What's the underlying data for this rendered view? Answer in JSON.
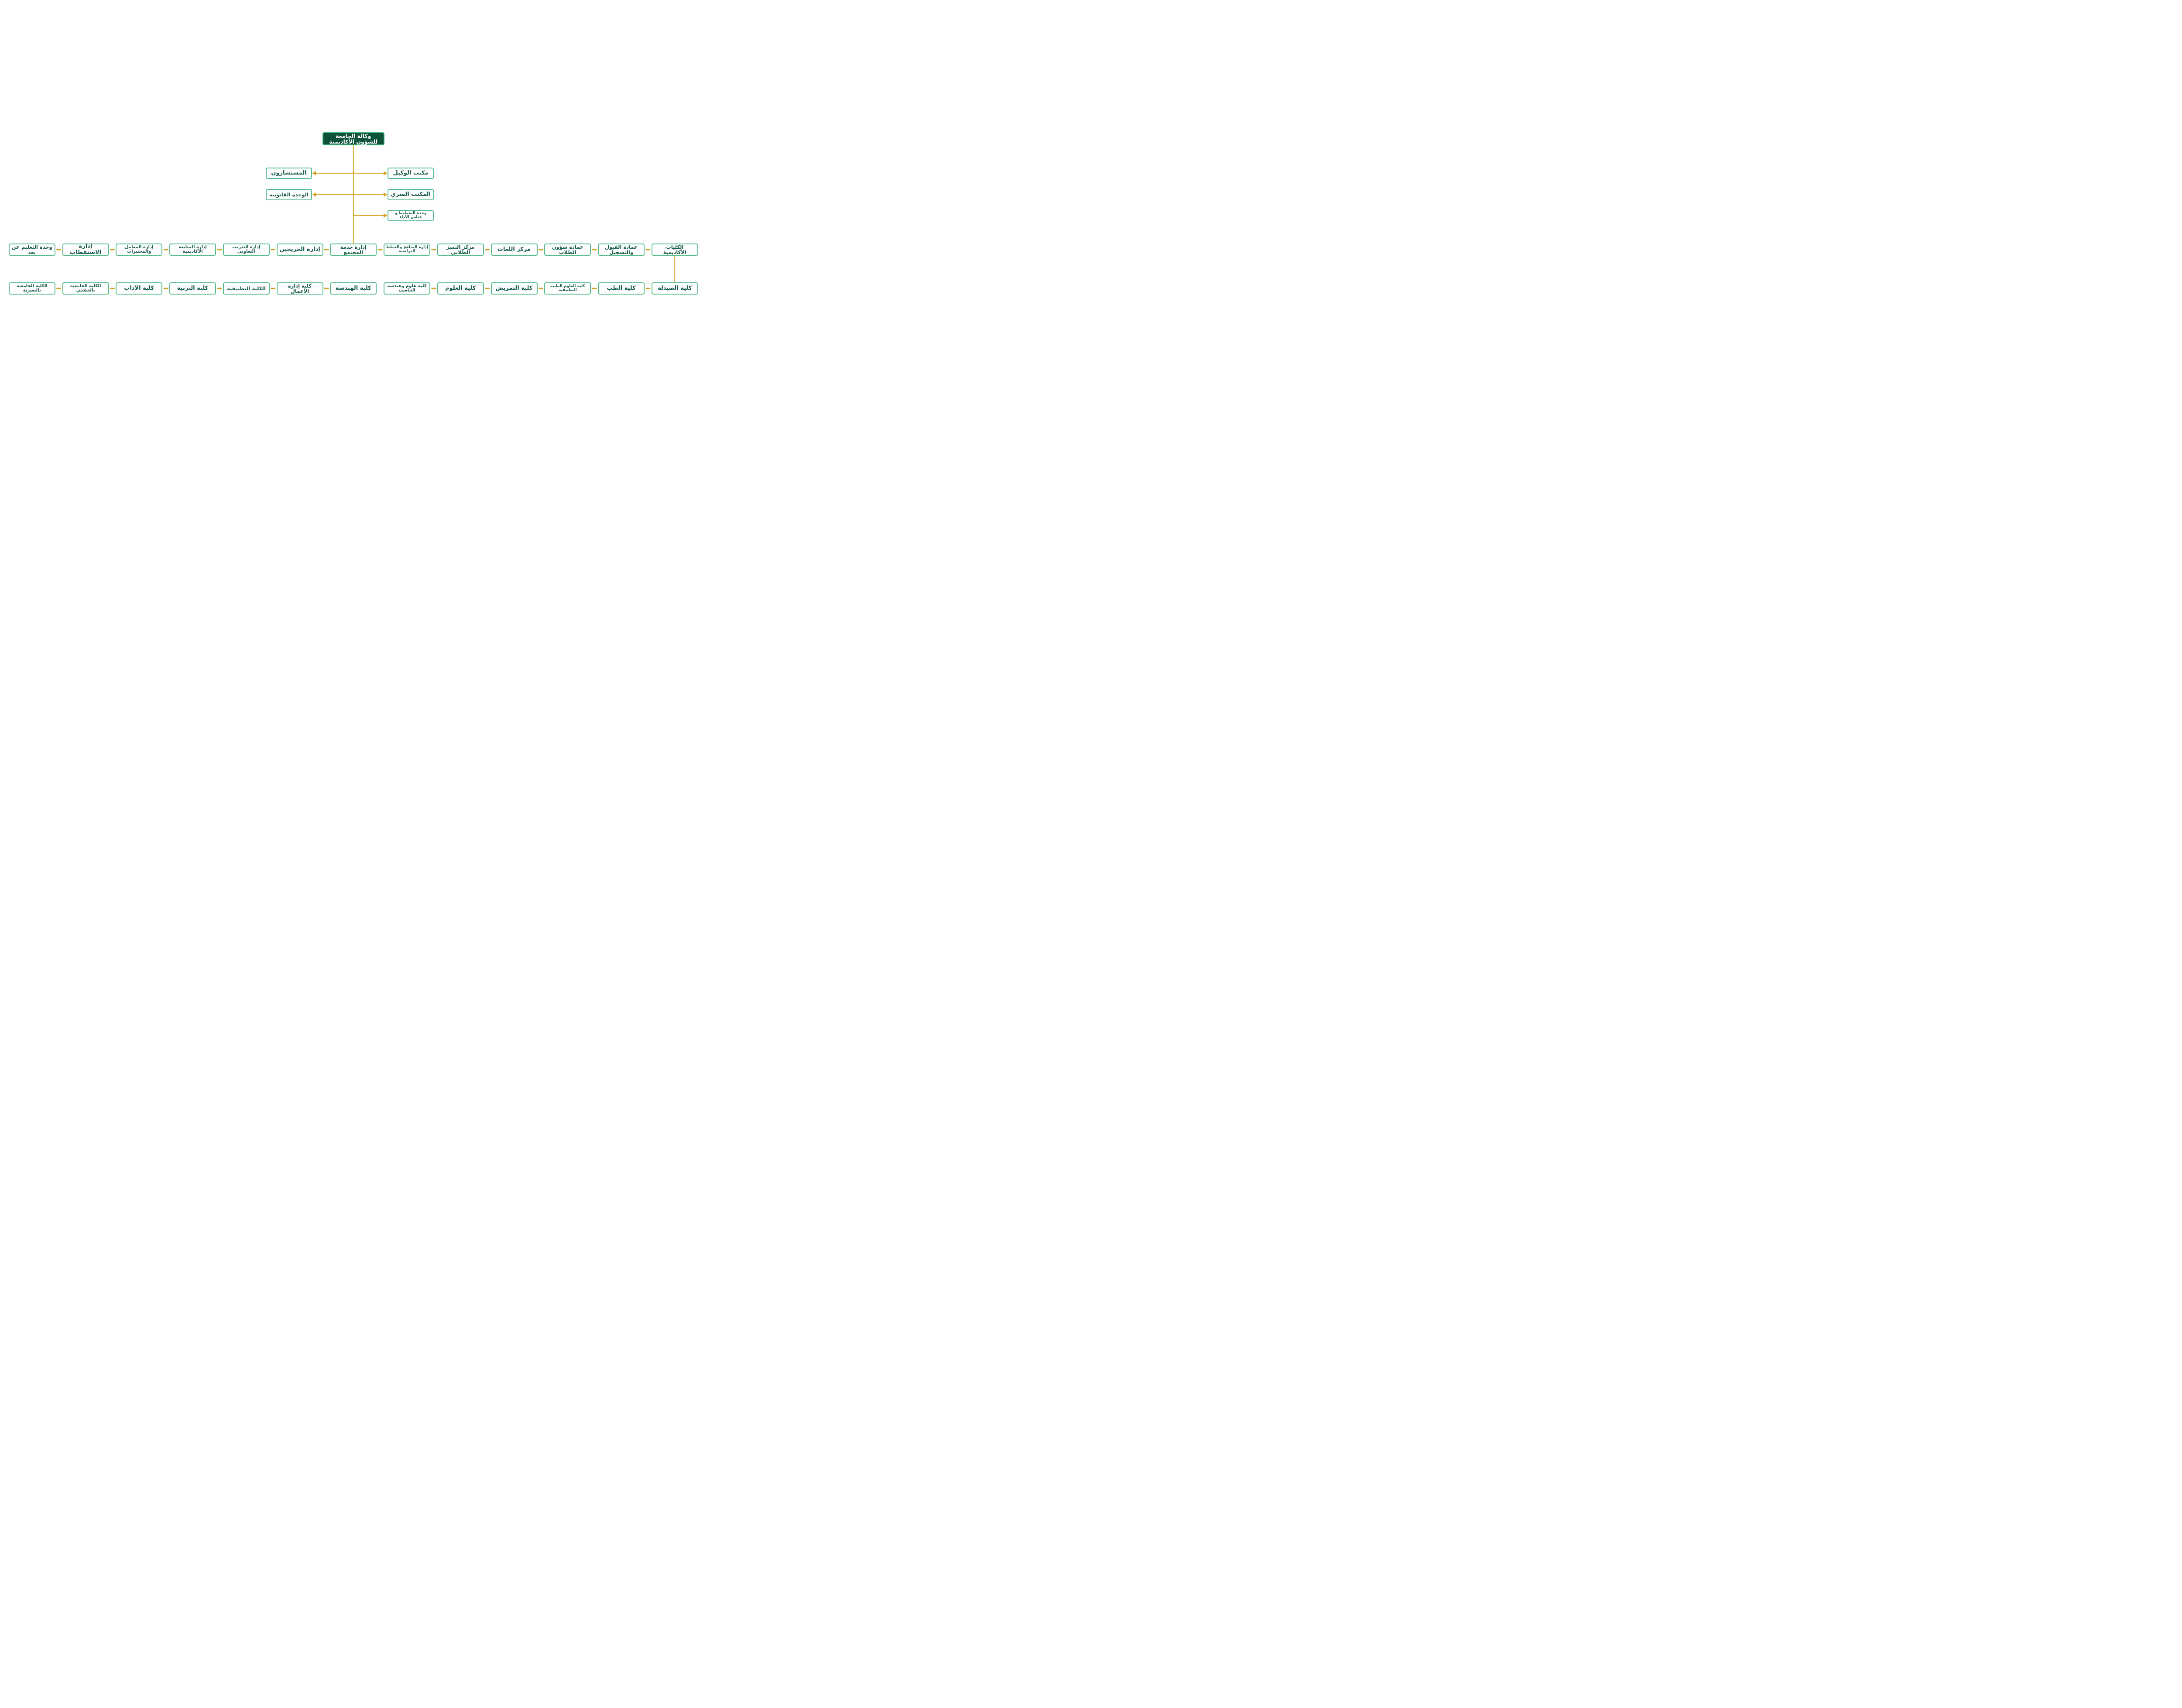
{
  "diagram": {
    "root_label": "وكالة الجامعة للشؤون الأكاديمية",
    "side_branches": [
      {
        "left": "المستشارون",
        "right": "مكتب الوكيل"
      },
      {
        "left": "الوحدة القانونية",
        "right": "المكتب السري"
      },
      {
        "left": null,
        "right": "وحدة التخطيط و قياس الأداء"
      }
    ],
    "departments_row": [
      "وحدة التعليم عن بعد",
      "إدارة الاستقطاب",
      "إدارة المعامل والمختبرات",
      "إدارة المتابعة الأكاديمية",
      "إدارة التدريب التعاوني",
      "إدارة الخريجين",
      "إدارة خدمة المجتمع",
      "إدارة المناهج والخطط الدراسية",
      "مركز التميز الطلابي",
      "مركز اللغات",
      "عمادة شؤون الطلاب",
      "عمادة القبول والتسجيل",
      "الكليات الأكاديمية"
    ],
    "colleges_row": [
      "الكلية الجامعية بالنعيرية",
      "الكلية الجامعية بالخفجي",
      "كلية الآداب",
      "كلية التربية",
      "الكلية التطبيقية",
      "كلية إدارة الأعمال",
      "كلية الهندسة",
      "كلية علوم وهندسة الحاسب",
      "كلية العلوم",
      "كلية التمريض",
      "كلية العلوم الطبية التطبيقية",
      "كلية الطب",
      "كلية الصيدلة"
    ],
    "trunk_connects_to_department": "إدارة خدمة المجتمع",
    "colleges_link_from": "الكليات الأكاديمية",
    "colleges_link_to": "كلية الصيدلة",
    "colleges_missing_dash_after_index": 6,
    "colors": {
      "root_fill": "#0e5239",
      "root_border": "#43b97f",
      "node_border": "#57bd8d",
      "node_text": "#17594a",
      "root_text": "#ffffff",
      "connector_gold": "#d7a122"
    }
  }
}
